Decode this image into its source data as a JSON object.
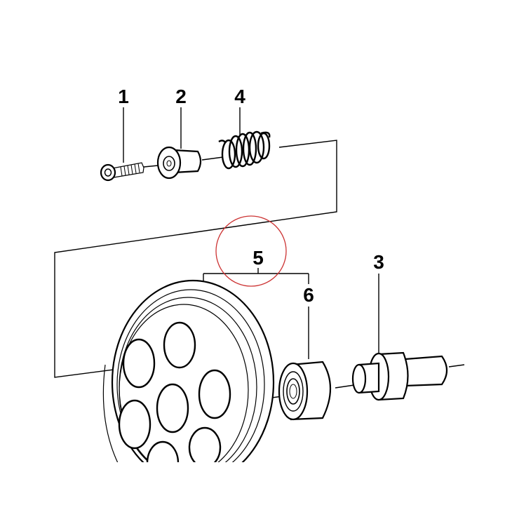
{
  "callouts": {
    "screw": "1",
    "sleeve": "2",
    "shaft": "3",
    "spring": "4",
    "pulley_group": "5",
    "bearing": "6"
  },
  "highlight_color": "#cc3333"
}
